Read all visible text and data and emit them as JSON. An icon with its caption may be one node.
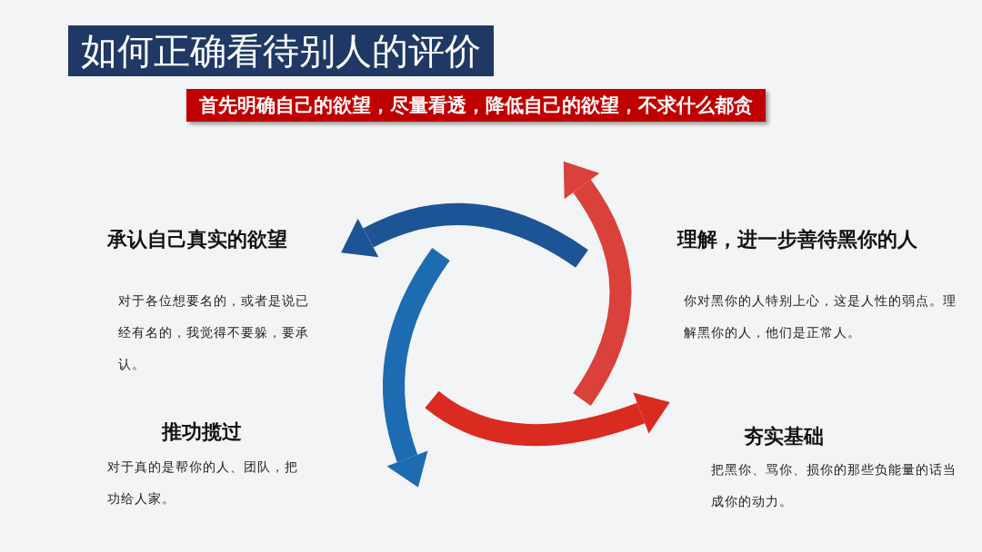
{
  "diagram": {
    "title": "如何正确看待别人的评价",
    "labels": [
      "首先明确自己的欲望，尽量看透，降低自己的欲望，不求什么都贪",
      "承认自己真实的欲望",
      "理解，进一步善待黑你的人",
      "对于各位想要名的，或者是说已经有名的，我觉得不要躲，要承认。",
      "你对黑你的人特别上心，这是人性的弱点。理解黑你的人，他们是正常人。",
      "推功揽过",
      "夯实基础",
      "对于真的是帮你的人、团队，把功给人家。",
      "把黑你、骂你、损你的那些负能量的话当成你的动力。"
    ]
  }
}
